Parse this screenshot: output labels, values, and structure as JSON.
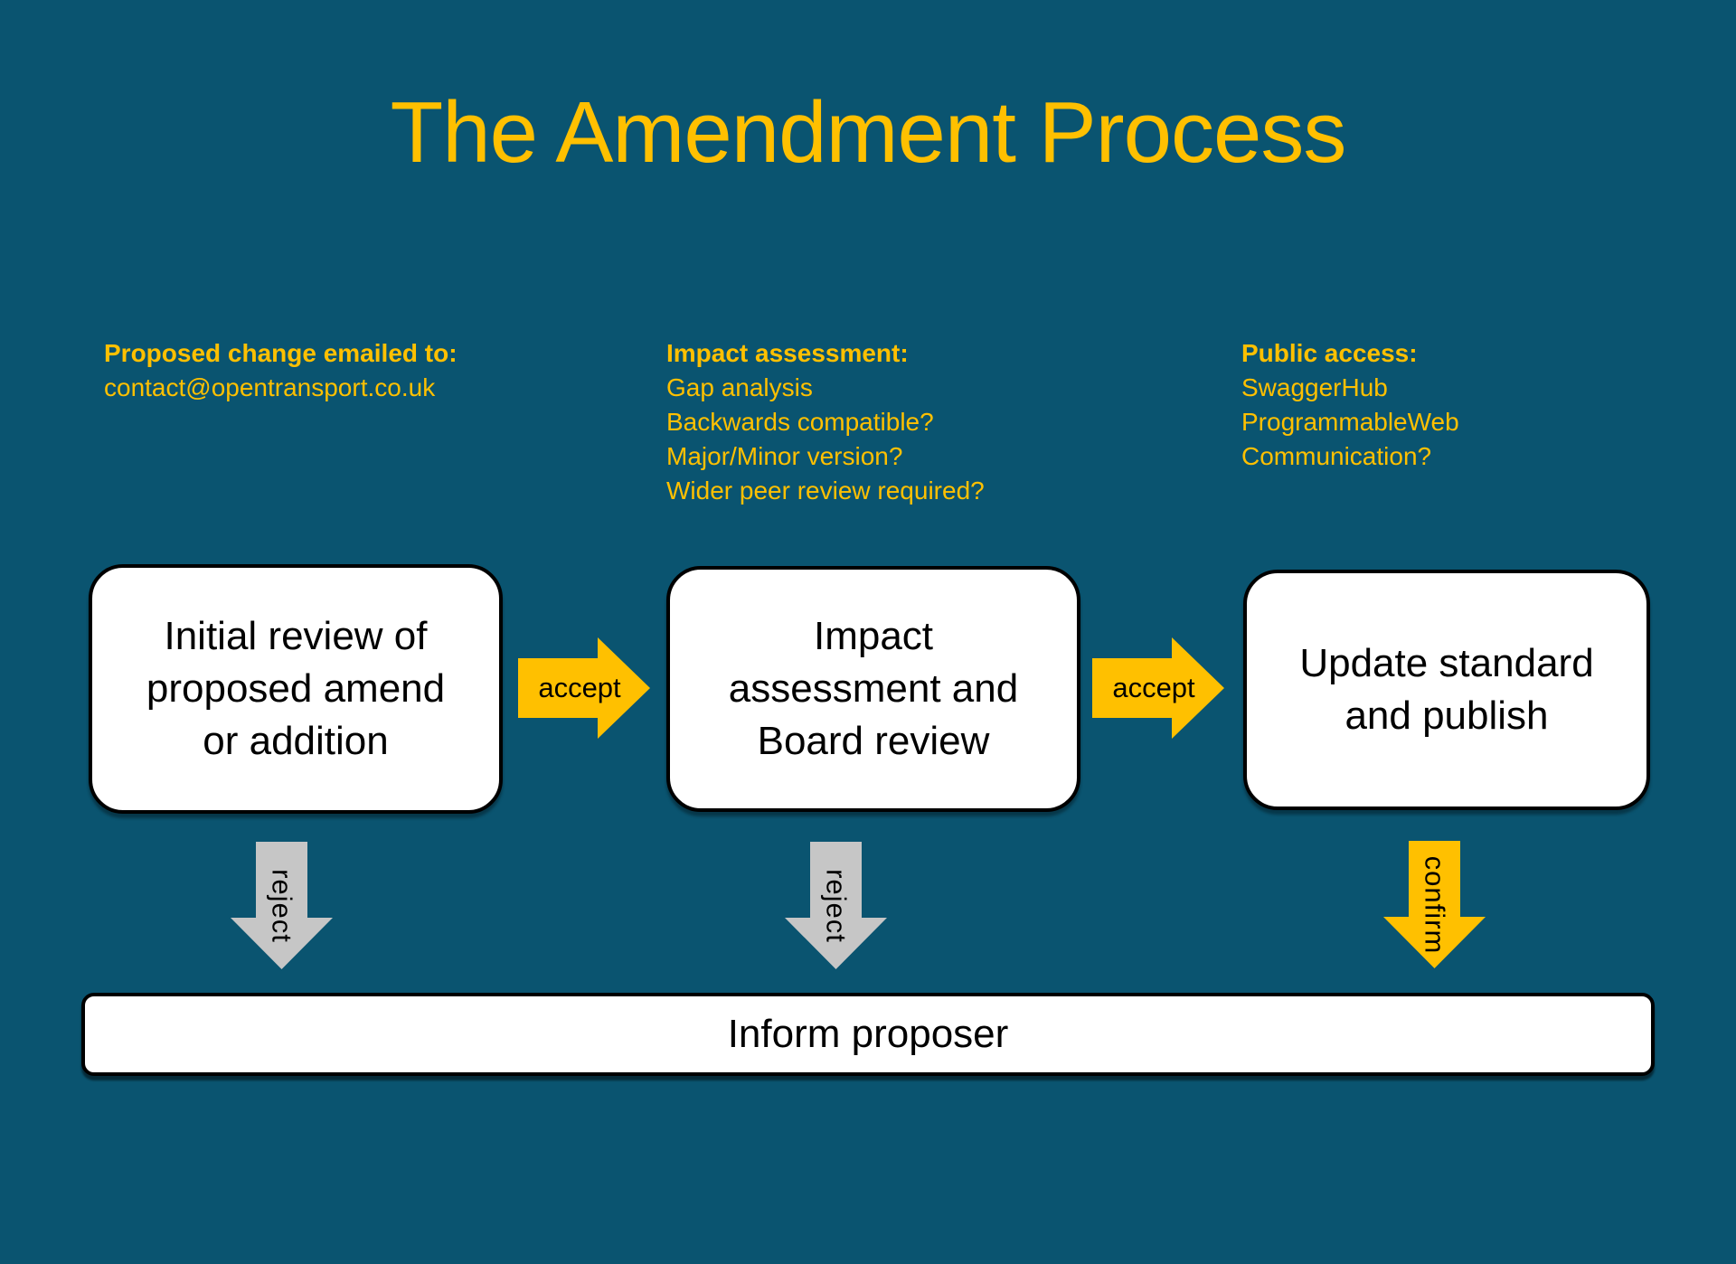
{
  "title": "The Amendment Process",
  "colors": {
    "background": "#0A5470",
    "accent_gold": "#FFC000",
    "reject_gray": "#C6C6C6",
    "box_fill": "#FFFFFF",
    "box_border": "#000000",
    "box_text": "#000000"
  },
  "annotations": [
    {
      "heading": "Proposed change emailed to:",
      "lines": [
        "contact@opentransport.co.uk"
      ]
    },
    {
      "heading": "Impact assessment:",
      "lines": [
        "Gap analysis",
        "Backwards compatible?",
        "Major/Minor version?",
        "Wider peer review required?"
      ]
    },
    {
      "heading": "Public access:",
      "lines": [
        "SwaggerHub",
        "ProgrammableWeb",
        "Communication?"
      ]
    }
  ],
  "steps": [
    {
      "lines": [
        "Initial review of",
        "proposed amend",
        "or addition"
      ]
    },
    {
      "lines": [
        "Impact",
        "assessment and",
        "Board review"
      ]
    },
    {
      "lines": [
        "Update standard",
        "and publish"
      ]
    }
  ],
  "arrows": [
    {
      "label": "accept",
      "direction": "right",
      "color": "#FFC000"
    },
    {
      "label": "accept",
      "direction": "right",
      "color": "#FFC000"
    },
    {
      "label": "reject",
      "direction": "down",
      "color": "#C6C6C6"
    },
    {
      "label": "reject",
      "direction": "down",
      "color": "#C6C6C6"
    },
    {
      "label": "confirm",
      "direction": "down",
      "color": "#FFC000"
    }
  ],
  "footer": {
    "label": "Inform proposer"
  }
}
